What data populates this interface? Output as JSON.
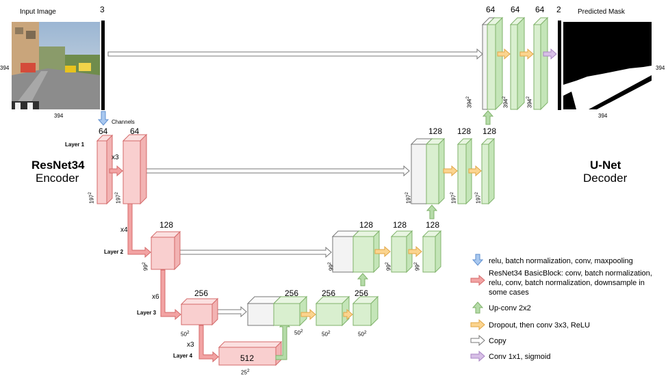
{
  "titles": {
    "input_image": "Input Image",
    "predicted_mask": "Predicted Mask",
    "encoder_name": "ResNet34",
    "encoder_sub": "Encoder",
    "decoder_name": "U-Net",
    "decoder_sub": "Decoder",
    "channels": "Channels"
  },
  "channels": {
    "input": "3",
    "output": "2",
    "l1a": "64",
    "l1b": "64",
    "l2": "128",
    "l3": "256",
    "l4": "512",
    "d1a": "256",
    "d1b": "256",
    "d1c": "256",
    "d2a": "128",
    "d2b": "128",
    "d2c": "128",
    "d3a": "128",
    "d3b": "128",
    "d3c": "128",
    "d4a": "64",
    "d4b": "64",
    "d4c": "64"
  },
  "layers": {
    "l1": "Layer 1",
    "l2": "Layer 2",
    "l3": "Layer 3",
    "l4": "Layer 4",
    "x3a": "x3",
    "x4": "x4",
    "x6": "x6",
    "x3b": "x3"
  },
  "sizes": {
    "s394": "394",
    "s197": "197",
    "s99": "99",
    "s50": "50",
    "s25": "25",
    "sq": "2"
  },
  "legend": [
    {
      "text": "relu, batch normalization, conv, maxpooling",
      "color": "#a9c8ef"
    },
    {
      "text": "ResNet34 BasicBlock: conv, batch normalization, relu, conv, batch normalization, downsample in some cases",
      "color": "#f2a3a3"
    },
    {
      "text": "Up-conv 2x2",
      "color": "#b5dba8"
    },
    {
      "text": "Dropout, then conv 3x3, ReLU",
      "color": "#fbd48f"
    },
    {
      "text": "Copy",
      "color": "#ffffff"
    },
    {
      "text": "Conv 1x1, sigmoid",
      "color": "#d7bfe6"
    }
  ],
  "colors": {
    "red_face": "#f9cfcf",
    "red_side": "#f2b3b3",
    "red_top": "#fbe0e0",
    "red_stroke": "#d46a6a",
    "green_face": "#d9efcf",
    "green_side": "#c4e5b8",
    "green_top": "#e8f5e1",
    "green_stroke": "#7fb26a",
    "gray_face": "#f3f3f3",
    "gray_side": "#e4e4e4",
    "gray_top": "#fafafa",
    "gray_stroke": "#777777"
  }
}
